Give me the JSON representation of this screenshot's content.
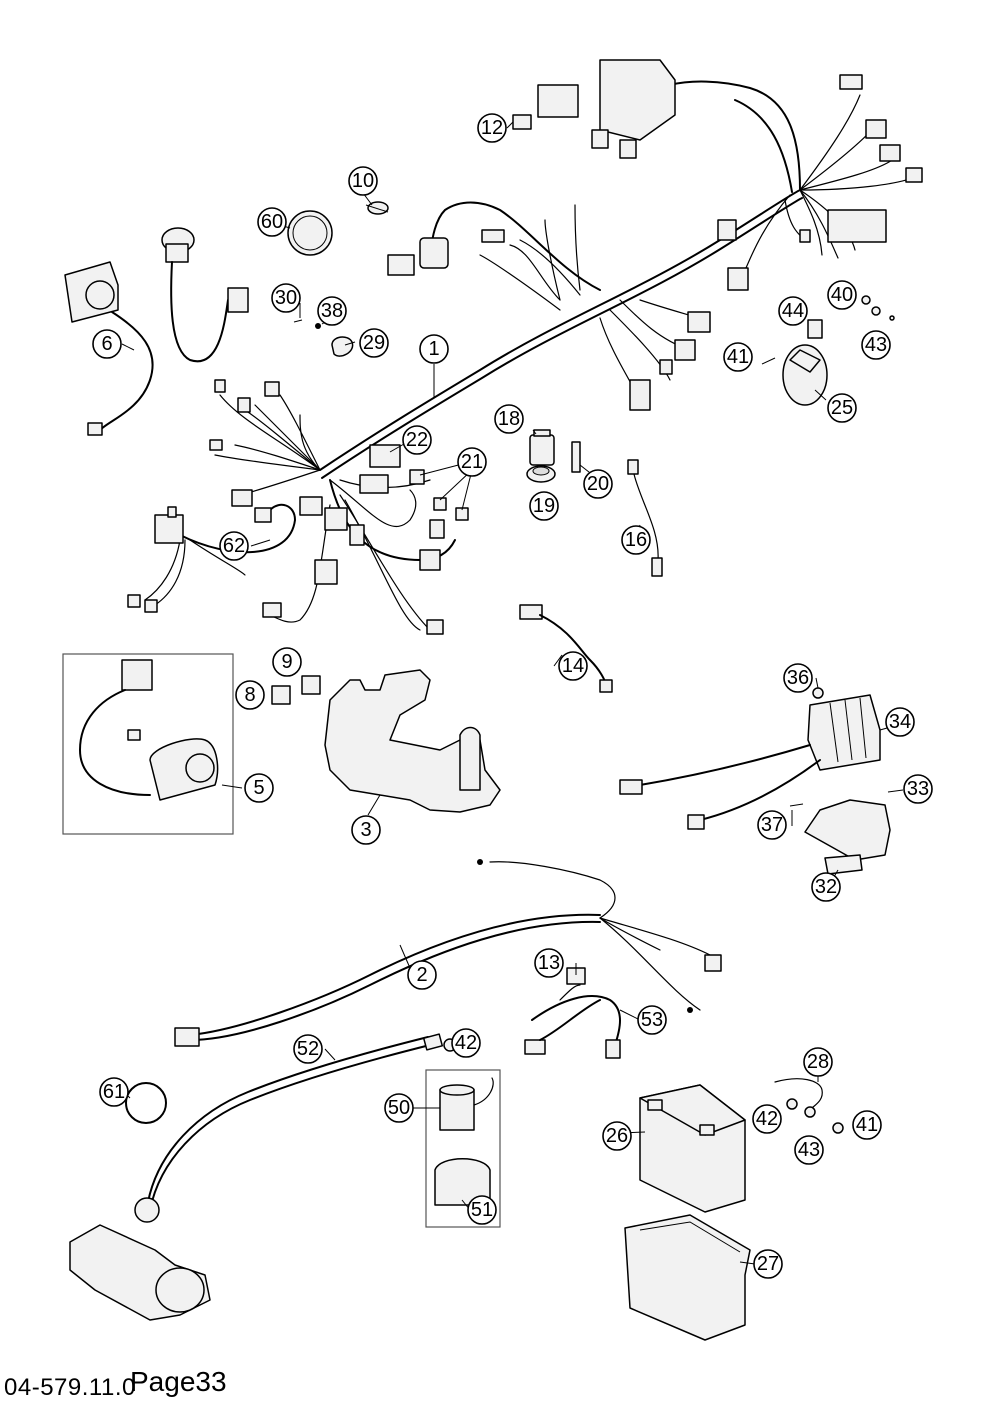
{
  "footer": {
    "drawing_code": "04-579.11.0",
    "page_label": "Page33"
  },
  "callouts": [
    {
      "id": "c1",
      "label": "1"
    },
    {
      "id": "c2",
      "label": "2"
    },
    {
      "id": "c3",
      "label": "3"
    },
    {
      "id": "c5",
      "label": "5"
    },
    {
      "id": "c6",
      "label": "6"
    },
    {
      "id": "c8",
      "label": "8"
    },
    {
      "id": "c9",
      "label": "9"
    },
    {
      "id": "c10",
      "label": "10"
    },
    {
      "id": "c12",
      "label": "12"
    },
    {
      "id": "c13",
      "label": "13"
    },
    {
      "id": "c14",
      "label": "14"
    },
    {
      "id": "c16",
      "label": "16"
    },
    {
      "id": "c18",
      "label": "18"
    },
    {
      "id": "c19",
      "label": "19"
    },
    {
      "id": "c20",
      "label": "20"
    },
    {
      "id": "c21",
      "label": "21"
    },
    {
      "id": "c22",
      "label": "22"
    },
    {
      "id": "c25",
      "label": "25"
    },
    {
      "id": "c26",
      "label": "26"
    },
    {
      "id": "c27",
      "label": "27"
    },
    {
      "id": "c28",
      "label": "28"
    },
    {
      "id": "c29",
      "label": "29"
    },
    {
      "id": "c30",
      "label": "30"
    },
    {
      "id": "c32",
      "label": "32"
    },
    {
      "id": "c33",
      "label": "33"
    },
    {
      "id": "c34",
      "label": "34"
    },
    {
      "id": "c36",
      "label": "36"
    },
    {
      "id": "c37",
      "label": "37"
    },
    {
      "id": "c38",
      "label": "38"
    },
    {
      "id": "c40",
      "label": "40"
    },
    {
      "id": "c41a",
      "label": "41"
    },
    {
      "id": "c41b",
      "label": "41"
    },
    {
      "id": "c42a",
      "label": "42"
    },
    {
      "id": "c42b",
      "label": "42"
    },
    {
      "id": "c43a",
      "label": "43"
    },
    {
      "id": "c43b",
      "label": "43"
    },
    {
      "id": "c44",
      "label": "44"
    },
    {
      "id": "c50",
      "label": "50"
    },
    {
      "id": "c51",
      "label": "51"
    },
    {
      "id": "c52",
      "label": "52"
    },
    {
      "id": "c53",
      "label": "53"
    },
    {
      "id": "c60",
      "label": "60"
    },
    {
      "id": "c61",
      "label": "61"
    },
    {
      "id": "c62",
      "label": "62"
    }
  ]
}
